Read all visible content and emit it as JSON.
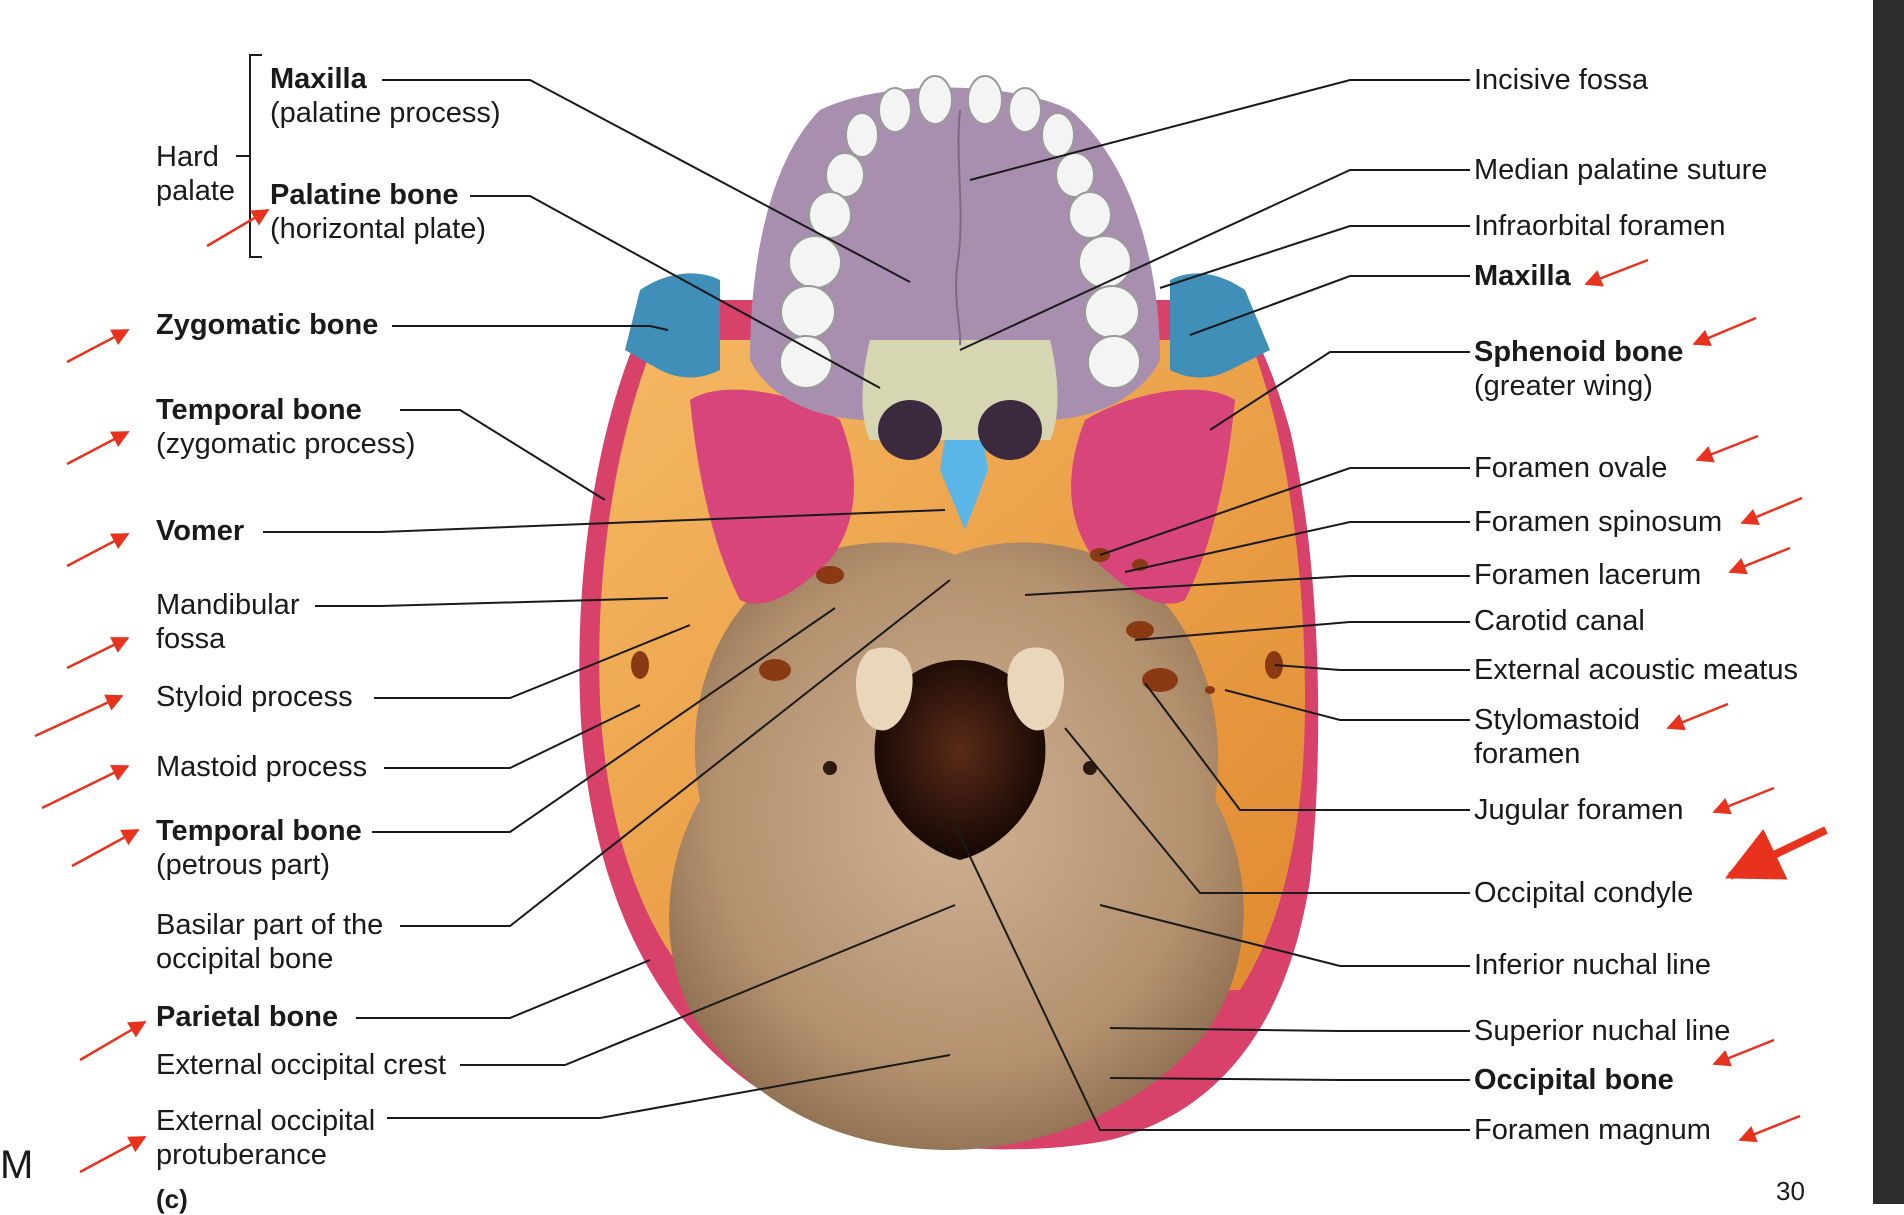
{
  "labels_left": {
    "hard_palate": "Hard\npalate",
    "maxilla": "Maxilla",
    "maxilla_sub": "(palatine process)",
    "palatine_bone": "Palatine bone",
    "palatine_bone_sub": "(horizontal plate)",
    "zygomatic_bone": "Zygomatic bone",
    "temporal_bone": "Temporal bone",
    "temporal_bone_sub": "(zygomatic process)",
    "vomer": "Vomer",
    "mandibular_fossa": "Mandibular\nfossa",
    "styloid_process": "Styloid process",
    "mastoid_process": "Mastoid process",
    "temporal_bone_2": "Temporal bone",
    "temporal_bone_2_sub": "(petrous part)",
    "basilar_part": "Basilar part of the\noccipital bone",
    "parietal_bone": "Parietal bone",
    "external_occipital_crest": "External occipital crest",
    "external_occipital_protuberance": "External occipital\nprotuberance"
  },
  "labels_right": {
    "incisive_fossa": "Incisive fossa",
    "median_palatine_suture": "Median palatine suture",
    "infraorbital_foramen": "Infraorbital foramen",
    "maxilla": "Maxilla",
    "sphenoid_bone": "Sphenoid bone",
    "sphenoid_bone_sub": "(greater wing)",
    "foramen_ovale": "Foramen ovale",
    "foramen_spinosum": "Foramen spinosum",
    "foramen_lacerum": "Foramen lacerum",
    "carotid_canal": "Carotid canal",
    "external_acoustic_meatus": "External acoustic meatus",
    "stylomastoid_foramen": "Stylomastoid\nforamen",
    "jugular_foramen": "Jugular foramen",
    "occipital_condyle": "Occipital condyle",
    "inferior_nuchal_line": "Inferior nuchal line",
    "superior_nuchal_line": "Superior nuchal line",
    "occipital_bone": "Occipital bone",
    "foramen_magnum": "Foramen magnum"
  },
  "figure_letter": "(c)",
  "page_number": "30",
  "cut_letter": "M",
  "colors": {
    "annotation_arrow": "#e8321e",
    "maxilla": "#a98faf",
    "palatine": "#d6d7b2",
    "zygomatic": "#3f8fb8",
    "sphenoid": "#d8457a",
    "vomer": "#5ab5e8",
    "temporal": "#f0a14a",
    "occipital": "#b99877",
    "parietal": "#d8416a",
    "teeth": "#f4f4f4",
    "side_bar": "#2d2d2d"
  }
}
